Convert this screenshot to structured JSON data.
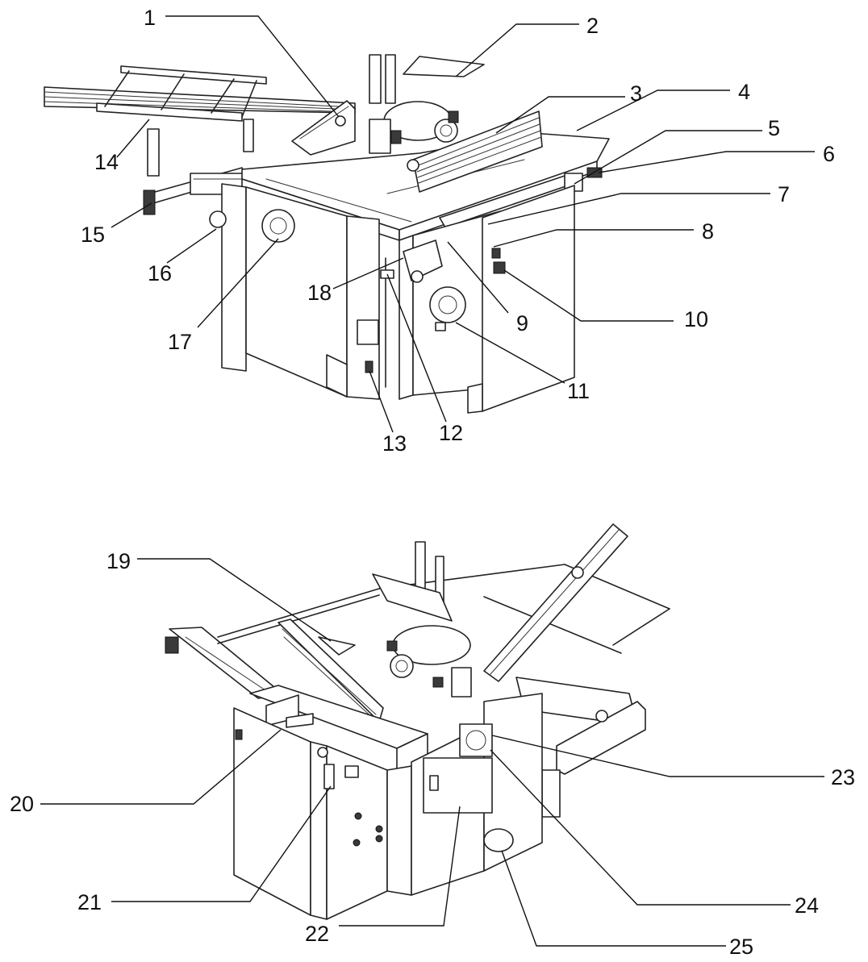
{
  "callouts": {
    "c1": "1",
    "c2": "2",
    "c3": "3",
    "c4": "4",
    "c5": "5",
    "c6": "6",
    "c7": "7",
    "c8": "8",
    "c9": "9",
    "c10": "10",
    "c11": "11",
    "c12": "12",
    "c13": "13",
    "c14": "14",
    "c15": "15",
    "c16": "16",
    "c17": "17",
    "c18": "18",
    "c19": "19",
    "c20": "20",
    "c21": "21",
    "c22": "22",
    "c23": "23",
    "c24": "24",
    "c25": "25"
  },
  "colors": {
    "line": "#222222",
    "background": "#ffffff"
  }
}
